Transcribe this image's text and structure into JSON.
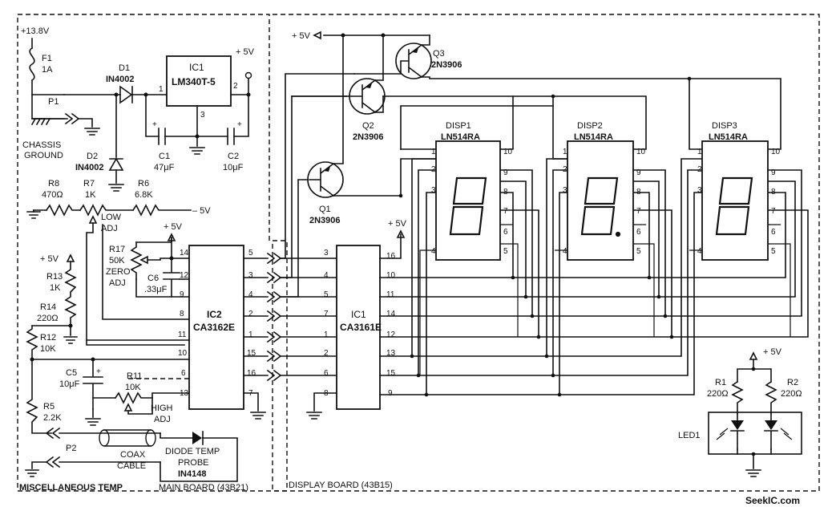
{
  "supply": {
    "vin": "+13.8V",
    "v5": "+ 5V",
    "minus5": "– 5V",
    "plus5a": "+ 5V",
    "plus5b": "+ 5V",
    "plus5c": "+ 5V",
    "plus5d": "+ 5V",
    "plus5e": "+ 5V"
  },
  "fuse": {
    "ref": "F1",
    "val": "1A"
  },
  "connector_p1": "P1",
  "chassis_ground": [
    "CHASSIS",
    "GROUND"
  ],
  "d1": {
    "ref": "D1",
    "part": "IN4002"
  },
  "d2": {
    "ref": "D2",
    "part": "IN4002"
  },
  "ic1_reg": {
    "ref": "IC1",
    "part": "LM340T-5",
    "pin1": "1",
    "pin2": "2",
    "pin3": "3"
  },
  "c1": {
    "ref": "C1",
    "val": "47μF"
  },
  "c2": {
    "ref": "C2",
    "val": "10μF"
  },
  "r8": {
    "ref": "R8",
    "val": "470Ω"
  },
  "r7": {
    "ref": "R7",
    "val": "1K"
  },
  "low_adj": [
    "LOW",
    "ADJ"
  ],
  "r6": {
    "ref": "R6",
    "val": "6.8K"
  },
  "r17": {
    "ref": "R17",
    "val": "50K",
    "adj1": "ZERO",
    "adj2": "ADJ"
  },
  "c6": {
    "ref": "C6",
    "val": ".33μF"
  },
  "r13": {
    "ref": "R13",
    "val": "1K"
  },
  "r14": {
    "ref": "R14",
    "val": "220Ω"
  },
  "r12": {
    "ref": "R12",
    "val": "10K"
  },
  "c5": {
    "ref": "C5",
    "val": "10μF"
  },
  "r11": {
    "ref": "R11",
    "val": "10K"
  },
  "high_adj": [
    "HIGH",
    "ADJ"
  ],
  "r5": {
    "ref": "R5",
    "val": "2.2K"
  },
  "ic2": {
    "ref": "IC2",
    "part": "CA3162E",
    "left_pins": [
      "14",
      "12",
      "9",
      "8",
      "11",
      "10",
      "6",
      "13"
    ],
    "right_pins": [
      "5",
      "3",
      "4",
      "2",
      "1",
      "15",
      "16",
      "7"
    ]
  },
  "ic1_disp": {
    "ref": "IC1",
    "part": "CA3161E",
    "left_pins": [
      "3",
      "4",
      "5",
      "7",
      "1",
      "2",
      "6",
      "8"
    ],
    "right_pins": [
      "16",
      "10",
      "11",
      "14",
      "12",
      "13",
      "15",
      "9"
    ]
  },
  "p2": "P2",
  "coax": [
    "COAX",
    "CABLE"
  ],
  "probe": [
    "DIODE TEMP",
    "PROBE",
    "IN4148"
  ],
  "misc_temp": "MISCELLANEOUS TEMP",
  "main_board": "MAIN BOARD (43B21)",
  "display_board": "DISPLAY BOARD (43B15)",
  "q1": {
    "ref": "Q1",
    "part": "2N3906"
  },
  "q2": {
    "ref": "Q2",
    "part": "2N3906"
  },
  "q3": {
    "ref": "Q3",
    "part": "2N3906"
  },
  "disp1": {
    "ref": "DISP1",
    "part": "LN514RA"
  },
  "disp2": {
    "ref": "DISP2",
    "part": "LN514RA"
  },
  "disp3": {
    "ref": "DISP3",
    "part": "LN514RA"
  },
  "disp_pins": {
    "left": [
      "1",
      "2",
      "3",
      "4"
    ],
    "right": [
      "10",
      "9",
      "8",
      "7",
      "6",
      "5"
    ]
  },
  "r1": {
    "ref": "R1",
    "val": "220Ω"
  },
  "r2": {
    "ref": "R2",
    "val": "220Ω"
  },
  "led1": "LED1",
  "watermark": "SeekIC.com"
}
